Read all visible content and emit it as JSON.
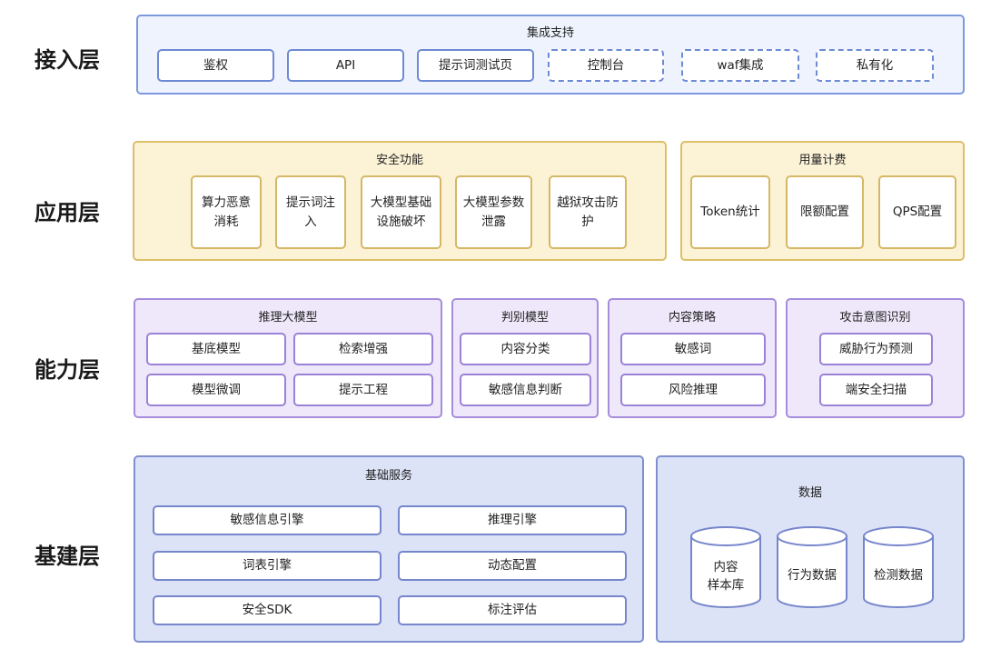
{
  "layers": {
    "access": {
      "label": "接入层",
      "panel_title": "集成支持",
      "items": [
        "鉴权",
        "API",
        "提示词测试页",
        "控制台",
        "waf集成",
        "私有化"
      ]
    },
    "application": {
      "label": "应用层",
      "security": {
        "title": "安全功能",
        "items": [
          "算力恶意\n消耗",
          "提示词注\n入",
          "大模型基础\n设施破坏",
          "大模型参数\n泄露",
          "越狱攻击防\n护"
        ]
      },
      "billing": {
        "title": "用量计费",
        "items": [
          "Token统计",
          "限额配置",
          "QPS配置"
        ]
      }
    },
    "capability": {
      "label": "能力层",
      "inference": {
        "title": "推理大模型",
        "items": [
          "基底模型",
          "检索增强",
          "模型微调",
          "提示工程"
        ]
      },
      "discrimination": {
        "title": "判别模型",
        "items": [
          "内容分类",
          "敏感信息判断"
        ]
      },
      "content_policy": {
        "title": "内容策略",
        "items": [
          "敏感词",
          "风险推理"
        ]
      },
      "attack_intent": {
        "title": "攻击意图识别",
        "items": [
          "威胁行为预测",
          "端安全扫描"
        ]
      }
    },
    "base": {
      "label": "基建层",
      "services": {
        "title": "基础服务",
        "items": [
          "敏感信息引擎",
          "推理引擎",
          "词表引擎",
          "动态配置",
          "安全SDK",
          "标注评估"
        ]
      },
      "data": {
        "title": "数据",
        "items": [
          "内容\n样本库",
          "行为数据",
          "检测数据"
        ]
      }
    }
  },
  "colors": {
    "access_fill": "#eef3fd",
    "access_border": "#7d99db",
    "app_fill": "#fcf2d6",
    "app_border": "#dcbf6b",
    "cap_fill": "#efe8fb",
    "cap_border": "#a68ddc",
    "base_fill": "#dde3f7",
    "base_border": "#7f8fcf"
  }
}
